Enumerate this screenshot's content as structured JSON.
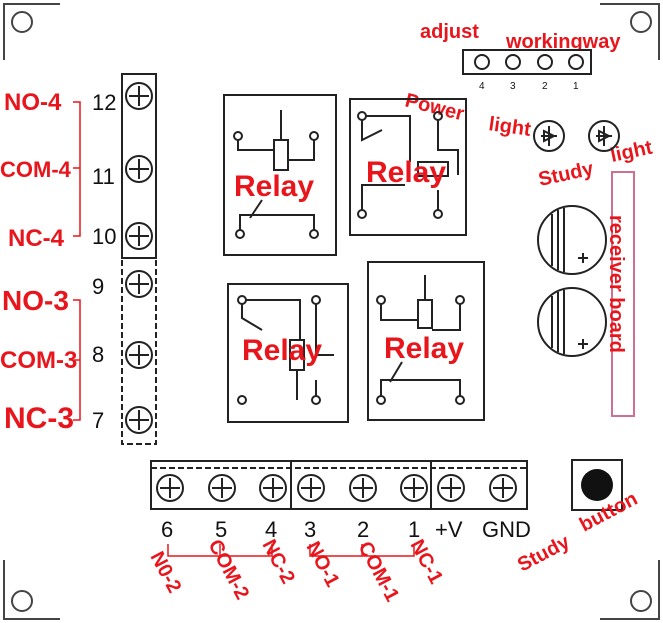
{
  "colors": {
    "annotation": "#e8161c",
    "line": "#222222",
    "board_border": "#555555"
  },
  "top_header": {
    "adjust": "adjust",
    "working_way": "workingway",
    "jumper_numbers": [
      "4",
      "3",
      "2",
      "1"
    ]
  },
  "indicators": {
    "power": "Power",
    "light": "light",
    "study": "Study",
    "study_light": "light"
  },
  "relays": [
    "Relay",
    "Relay",
    "Relay",
    "Relay"
  ],
  "receiver": {
    "label": "receiver board"
  },
  "left_terminals": {
    "numbers": [
      "12",
      "11",
      "10",
      "9",
      "8",
      "7"
    ],
    "labels": [
      "NO-4",
      "COM-4",
      "NC-4",
      "NO-3",
      "COM-3",
      "NC-3"
    ]
  },
  "bottom_terminals": {
    "numbers": [
      "6",
      "5",
      "4",
      "3",
      "2",
      "1",
      "+V",
      "GND"
    ],
    "labels": [
      "N0-2",
      "COM-2",
      "NC-2",
      "NO-1",
      "COM-1",
      "NC-1"
    ]
  },
  "study_button": {
    "word1": "Study",
    "word2": "button"
  }
}
